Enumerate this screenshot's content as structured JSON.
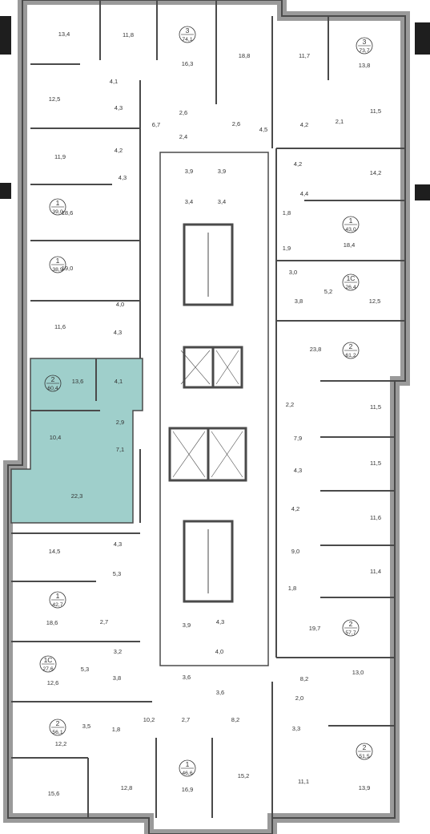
{
  "colors": {
    "wall": "#4a4a4a",
    "outer": "#9a9a9a",
    "highlight": "#9fcfcb",
    "line": "#333333",
    "label": "#333333"
  },
  "apartments": [
    {
      "id": "apt-top-center-3",
      "rooms": "3",
      "total": "74,1"
    },
    {
      "id": "apt-top-right-3",
      "rooms": "3",
      "total": "73,7"
    },
    {
      "id": "apt-left-1a",
      "rooms": "1",
      "total": "39,0"
    },
    {
      "id": "apt-right-1a",
      "rooms": "1",
      "total": "43,0"
    },
    {
      "id": "apt-left-1b",
      "rooms": "1",
      "total": "38,9"
    },
    {
      "id": "apt-right-1c",
      "rooms": "1С",
      "total": "26,4"
    },
    {
      "id": "apt-left-2-selected",
      "rooms": "2",
      "total": "60,4"
    },
    {
      "id": "apt-right-2a",
      "rooms": "2",
      "total": "61,2"
    },
    {
      "id": "apt-left-1c",
      "rooms": "1",
      "total": "42,7"
    },
    {
      "id": "apt-right-2b",
      "rooms": "2",
      "total": "57,7"
    },
    {
      "id": "apt-left-1c-studio",
      "rooms": "1С",
      "total": "27,6"
    },
    {
      "id": "apt-left-2-bottom",
      "rooms": "2",
      "total": "56,1"
    },
    {
      "id": "apt-bottom-1",
      "rooms": "1",
      "total": "46,6"
    },
    {
      "id": "apt-bottom-right-2",
      "rooms": "2",
      "total": "51,5"
    }
  ],
  "rooms": [
    "13,4",
    "11,8",
    "16,3",
    "18,8",
    "11,7",
    "13,8",
    "4,1",
    "12,5",
    "4,3",
    "6,7",
    "2,6",
    "2,6",
    "4,5",
    "4,2",
    "2,1",
    "11,5",
    "4,2",
    "2,4",
    "11,9",
    "4,3",
    "3,9",
    "3,9",
    "4,2",
    "14,2",
    "3,4",
    "3,4",
    "4,4",
    "18,6",
    "1,8",
    "18,4",
    "1,9",
    "19,0",
    "3,0",
    "5,2",
    "12,5",
    "4,0",
    "3,8",
    "11,6",
    "4,3",
    "23,8",
    "13,6",
    "4,1",
    "2,2",
    "11,5",
    "2,9",
    "10,4",
    "7,1",
    "7,9",
    "11,5",
    "4,3",
    "22,3",
    "4,2",
    "11,6",
    "14,5",
    "4,3",
    "9,0",
    "5,3",
    "11,4",
    "1,8",
    "2,7",
    "18,6",
    "3,9",
    "4,3",
    "19,7",
    "3,2",
    "4,0",
    "8,2",
    "5,3",
    "3,8",
    "3,6",
    "3,6",
    "12,6",
    "13,0",
    "2,0",
    "10,2",
    "3,5",
    "1,8",
    "2,7",
    "8,2",
    "3,3",
    "12,2",
    "15,6",
    "12,8",
    "16,9",
    "15,2",
    "11,1",
    "13,9"
  ]
}
